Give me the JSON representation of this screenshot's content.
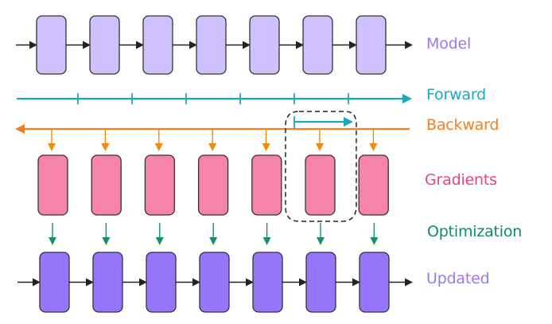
{
  "diagram": {
    "title": "",
    "colors": {
      "model_fill": "#cfc1fd",
      "gradient_fill": "#f683ac",
      "updated_fill": "#9575f9",
      "box_stroke": "#333333",
      "forward": "#1aa8c1",
      "backward": "#f47f1f",
      "optimization": "#159069",
      "black_arrow": "#222222",
      "dashed": "#222222"
    },
    "rows": {
      "model": {
        "label": "Model",
        "color": "#9a76f5",
        "count": 7
      },
      "forward": {
        "label": "Forward",
        "color": "#1aa8c1",
        "ticks": 6
      },
      "backward": {
        "label": "Backward",
        "color": "#f47f1f",
        "arrows": 7
      },
      "gradients": {
        "label": "Gradients",
        "color": "#e9457e",
        "count": 7
      },
      "optimization": {
        "label": "Optimization",
        "color": "#0f8b63",
        "arrows": 7
      },
      "updated": {
        "label": "Updated",
        "color": "#9a76f5",
        "count": 7
      }
    },
    "highlight": {
      "description": "dashed region around forward step and gradient",
      "box_index": 5
    }
  }
}
